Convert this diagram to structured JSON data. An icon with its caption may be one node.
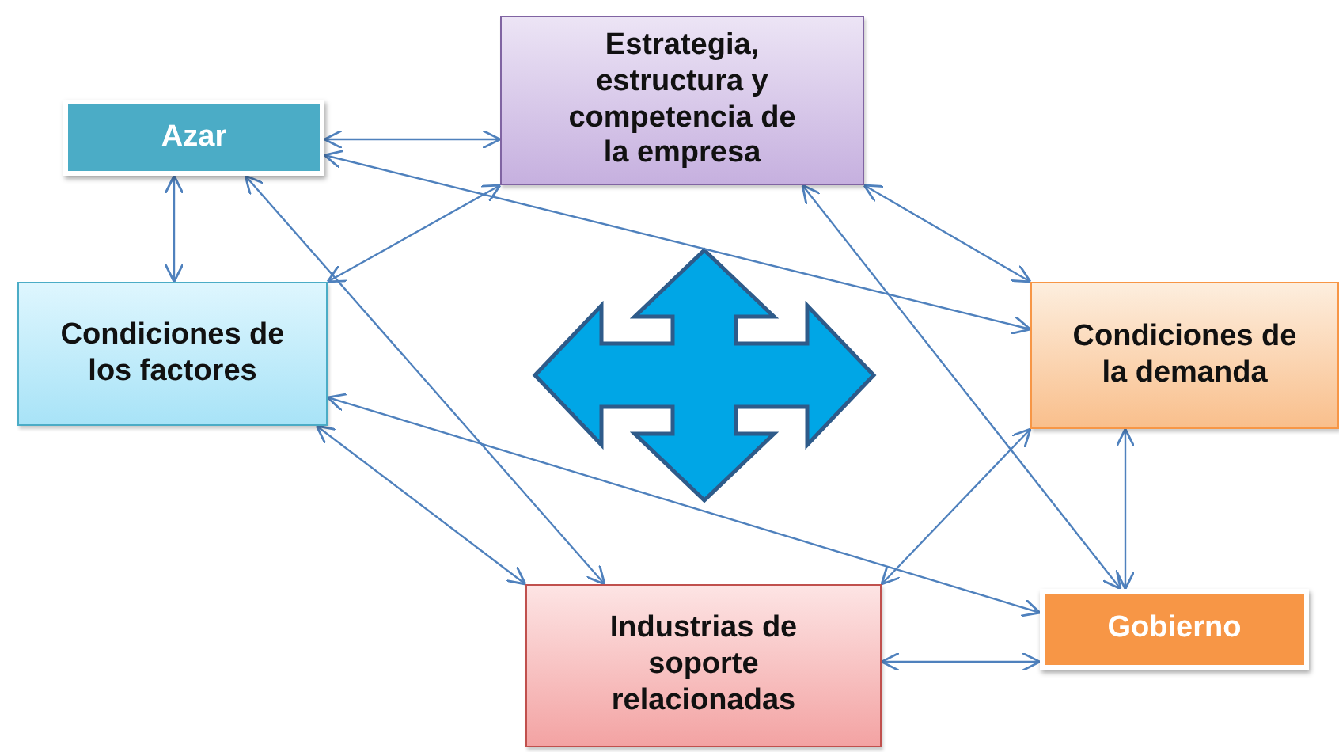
{
  "diagram": {
    "nodes": [
      {
        "text": [
          "Azar"
        ]
      },
      {
        "text": [
          "Estrategia, estructura y competencia de la empresa"
        ]
      },
      {
        "text": [
          "Condiciones de los factores"
        ]
      },
      {
        "text": [
          "Condiciones de la demanda"
        ]
      },
      {
        "text": [
          "Industrias de soporte relacionadas"
        ]
      },
      {
        "text": [
          "Gobierno"
        ]
      }
    ],
    "edges": [
      {
        "from": 0,
        "to": 1,
        "arrow": "both"
      },
      {
        "from": 0,
        "to": 2,
        "arrow": "both"
      },
      {
        "from": 2,
        "to": 1,
        "arrow": "both"
      },
      {
        "from": 0,
        "to": 3,
        "arrow": "both"
      },
      {
        "from": 0,
        "to": 4,
        "arrow": "both"
      },
      {
        "from": 1,
        "to": 3,
        "arrow": "both"
      },
      {
        "from": 1,
        "to": 5,
        "arrow": "both"
      },
      {
        "from": 2,
        "to": 5,
        "arrow": "both"
      },
      {
        "from": 2,
        "to": 4,
        "arrow": "both"
      },
      {
        "from": 3,
        "to": 4,
        "arrow": "both"
      },
      {
        "from": 3,
        "to": 5,
        "arrow": "both"
      },
      {
        "from": 4,
        "to": 5,
        "arrow": "both"
      }
    ]
  }
}
